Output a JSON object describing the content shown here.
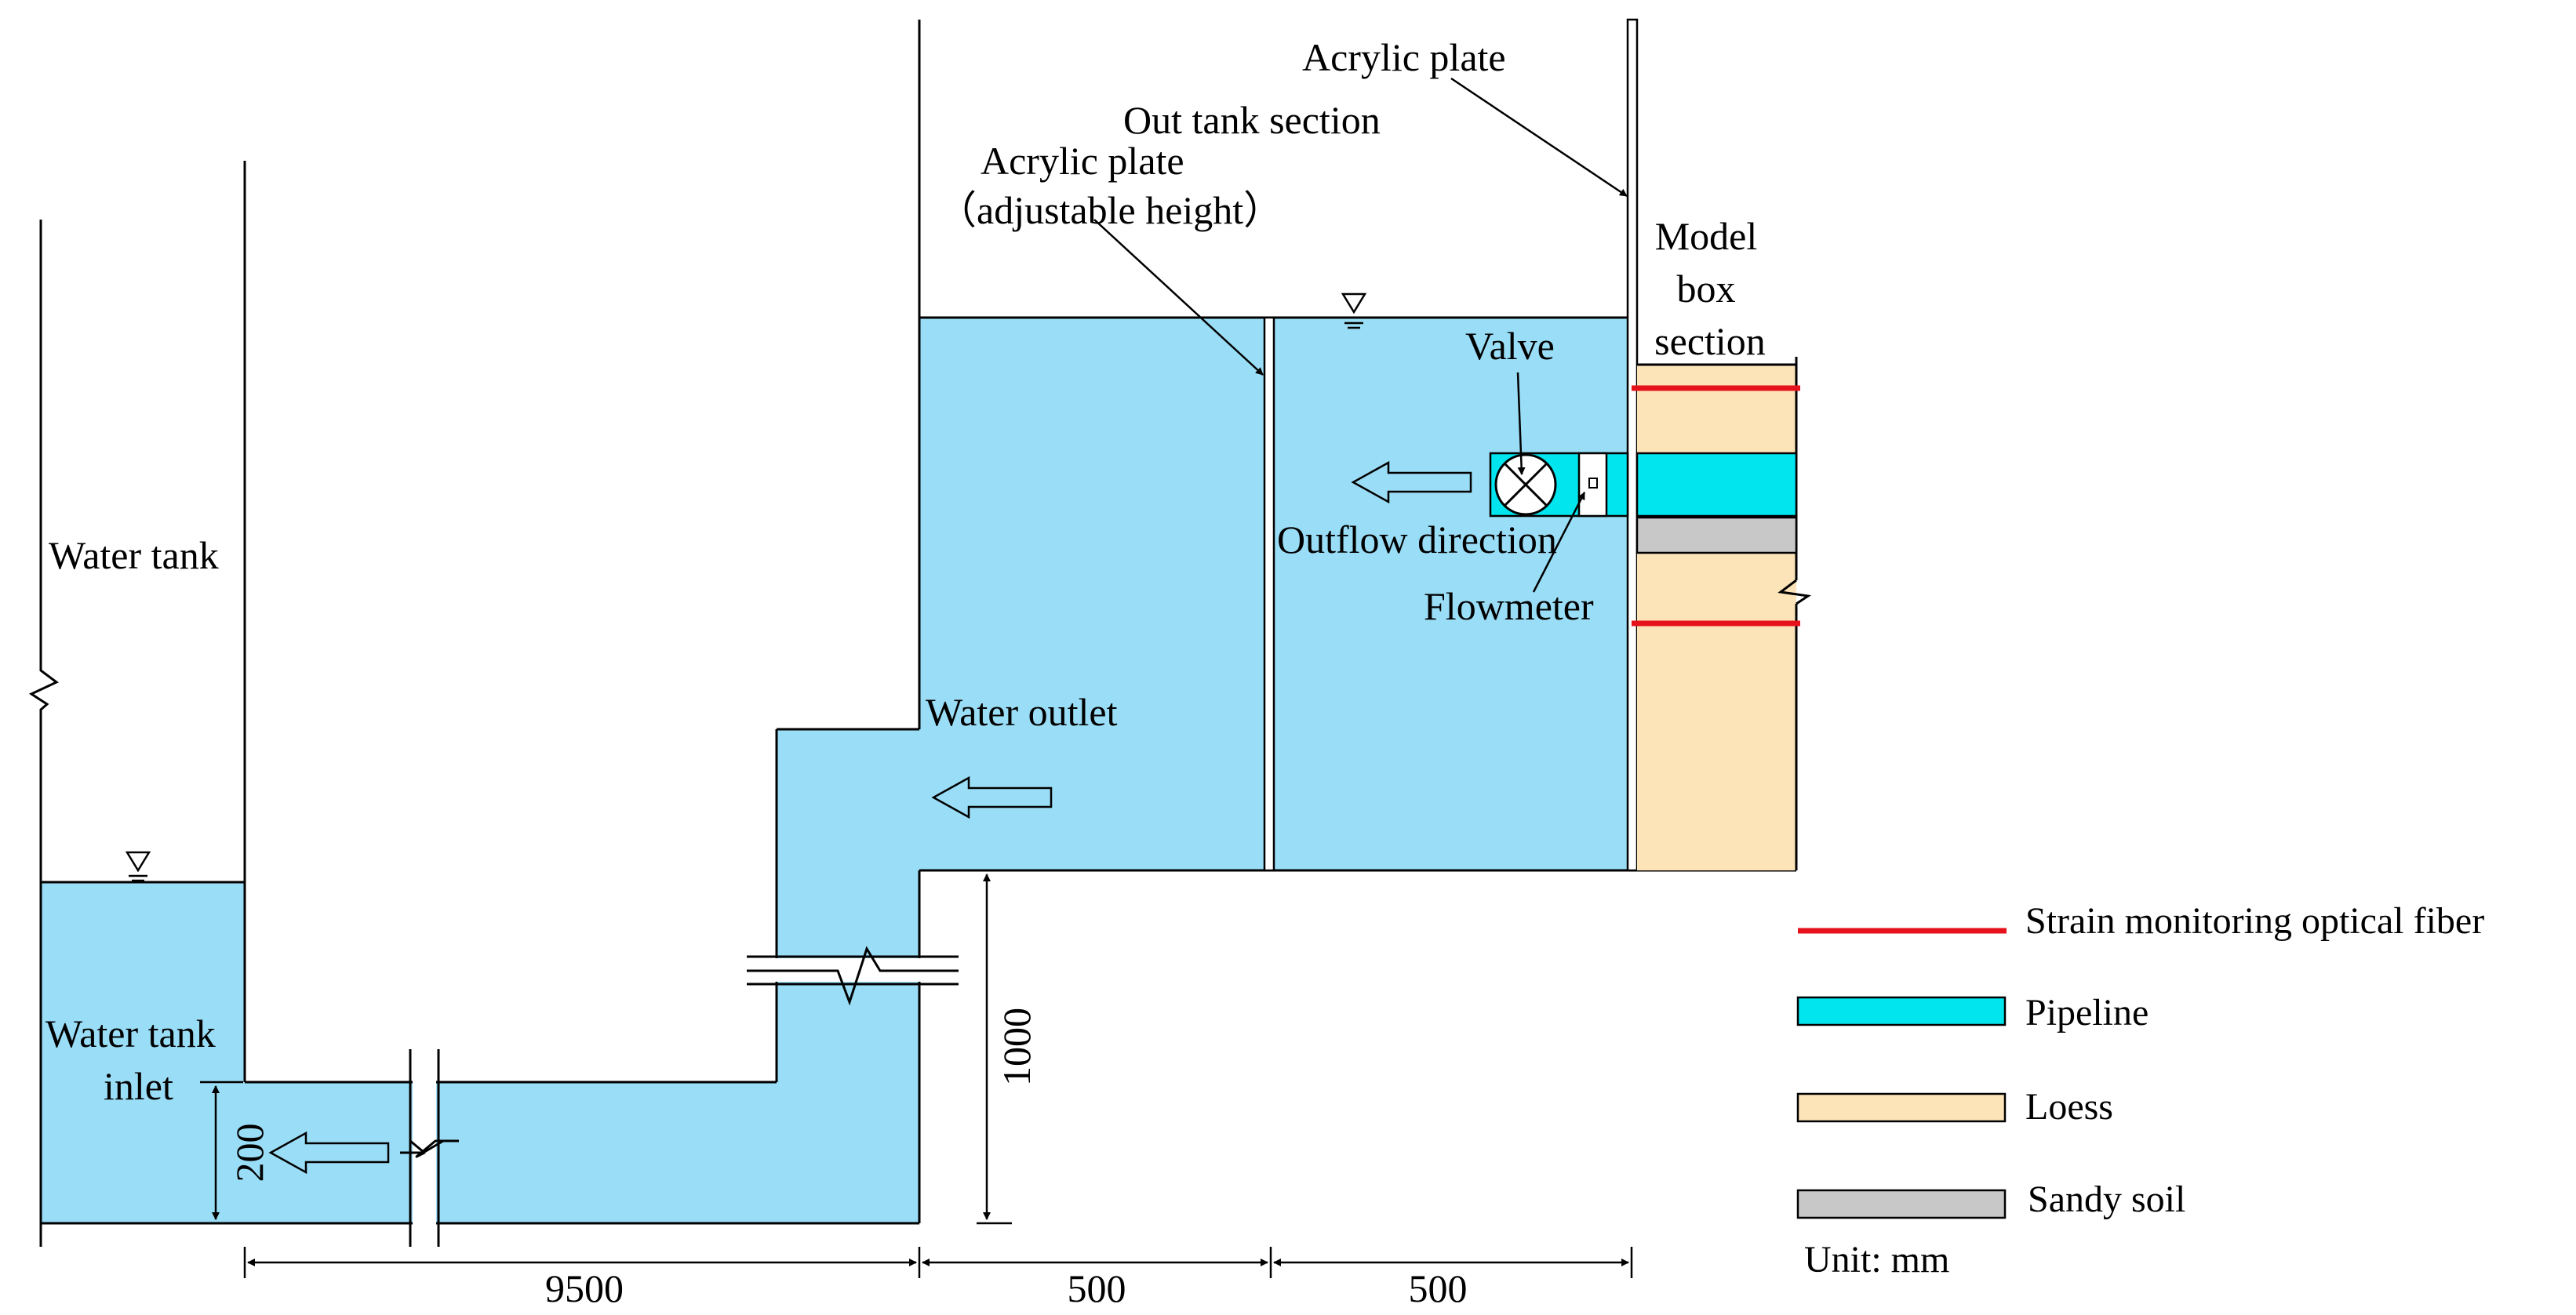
{
  "labels": {
    "water_tank": "Water tank",
    "water_tank_inlet_1": "Water tank",
    "water_tank_inlet_2": "inlet",
    "water_outlet": "Water outlet",
    "acrylic_plate_top": "Acrylic plate",
    "out_tank_section": "Out tank section",
    "acrylic_plate_adj_1": "Acrylic plate",
    "acrylic_plate_adj_2": "（adjustable height）",
    "model_box_1": "Model",
    "model_box_2": "box",
    "model_box_3": "section",
    "valve": "Valve",
    "outflow_direction": "Outflow direction",
    "flowmeter": "Flowmeter"
  },
  "dimensions": {
    "d200": "200",
    "d1000": "1000",
    "d9500": "9500",
    "d500a": "500",
    "d500b": "500"
  },
  "legend": {
    "fiber": "Strain monitoring optical fiber",
    "pipeline": "Pipeline",
    "loess": "Loess",
    "sandy": "Sandy soil",
    "unit": "Unit: mm"
  },
  "colors": {
    "water": "#9ADDF6",
    "pipeline": "#00E5EE",
    "loess": "#FCE3B8",
    "sandy": "#C8C8C8",
    "fiber": "#E5121B"
  }
}
